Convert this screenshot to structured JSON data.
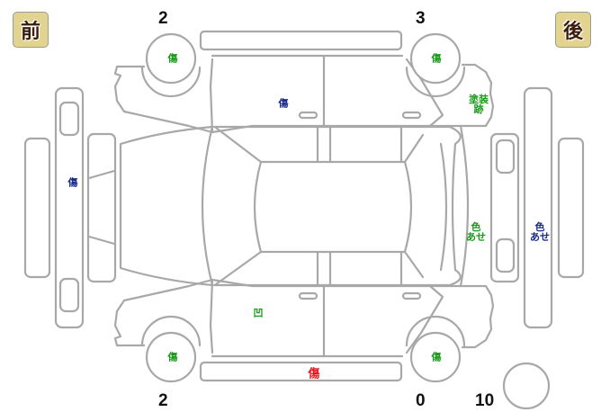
{
  "badges": {
    "front": "前",
    "rear": "後"
  },
  "counts": {
    "front_left": "2",
    "rear_left": "3",
    "front_right": "2",
    "rear_right": "0",
    "spare": "10"
  },
  "colors": {
    "badge_bg": "#e2d38f",
    "badge_text": "#3a1c0c",
    "outline": "#a8a8a8",
    "mark_green": "#1a9a1a",
    "mark_navy": "#1a2a8a",
    "mark_red": "#e8141e"
  },
  "marks": [
    {
      "id": "wheel-front-top",
      "text": "傷",
      "color": "green"
    },
    {
      "id": "wheel-rear-top",
      "text": "傷",
      "color": "green"
    },
    {
      "id": "door-top-front",
      "text": "傷",
      "color": "navy"
    },
    {
      "id": "rear-quarter-top",
      "text": "塗装\n跡",
      "color": "green"
    },
    {
      "id": "front-bumper",
      "text": "傷",
      "color": "navy"
    },
    {
      "id": "rear-panel",
      "text": "色\nあせ",
      "color": "green"
    },
    {
      "id": "rear-bumper",
      "text": "色\nあせ",
      "color": "navy"
    },
    {
      "id": "door-bottom-front",
      "text": "凹",
      "color": "green"
    },
    {
      "id": "wheel-front-bottom",
      "text": "傷",
      "color": "green"
    },
    {
      "id": "wheel-rear-bottom",
      "text": "傷",
      "color": "green"
    },
    {
      "id": "side-sill-bottom",
      "text": "傷",
      "color": "red"
    }
  ]
}
